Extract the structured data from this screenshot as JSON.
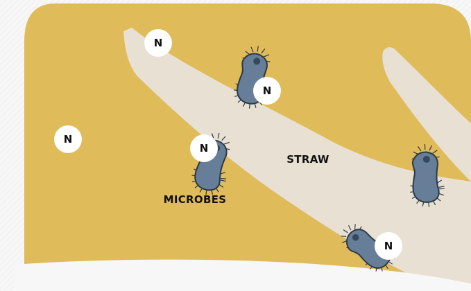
{
  "labels": {
    "straw": "STRAW",
    "microbes": "MICROBES"
  },
  "nitrogen_markers": [
    {
      "label": "N"
    },
    {
      "label": "N"
    },
    {
      "label": "N"
    },
    {
      "label": "N"
    },
    {
      "label": "N"
    }
  ],
  "colors": {
    "soil": "#e0bb5a",
    "straw": "#e8e0d2",
    "microbe": "#667e97",
    "microbe_outline": "#2c3846",
    "marker": "#ffffff",
    "text": "#111111"
  }
}
